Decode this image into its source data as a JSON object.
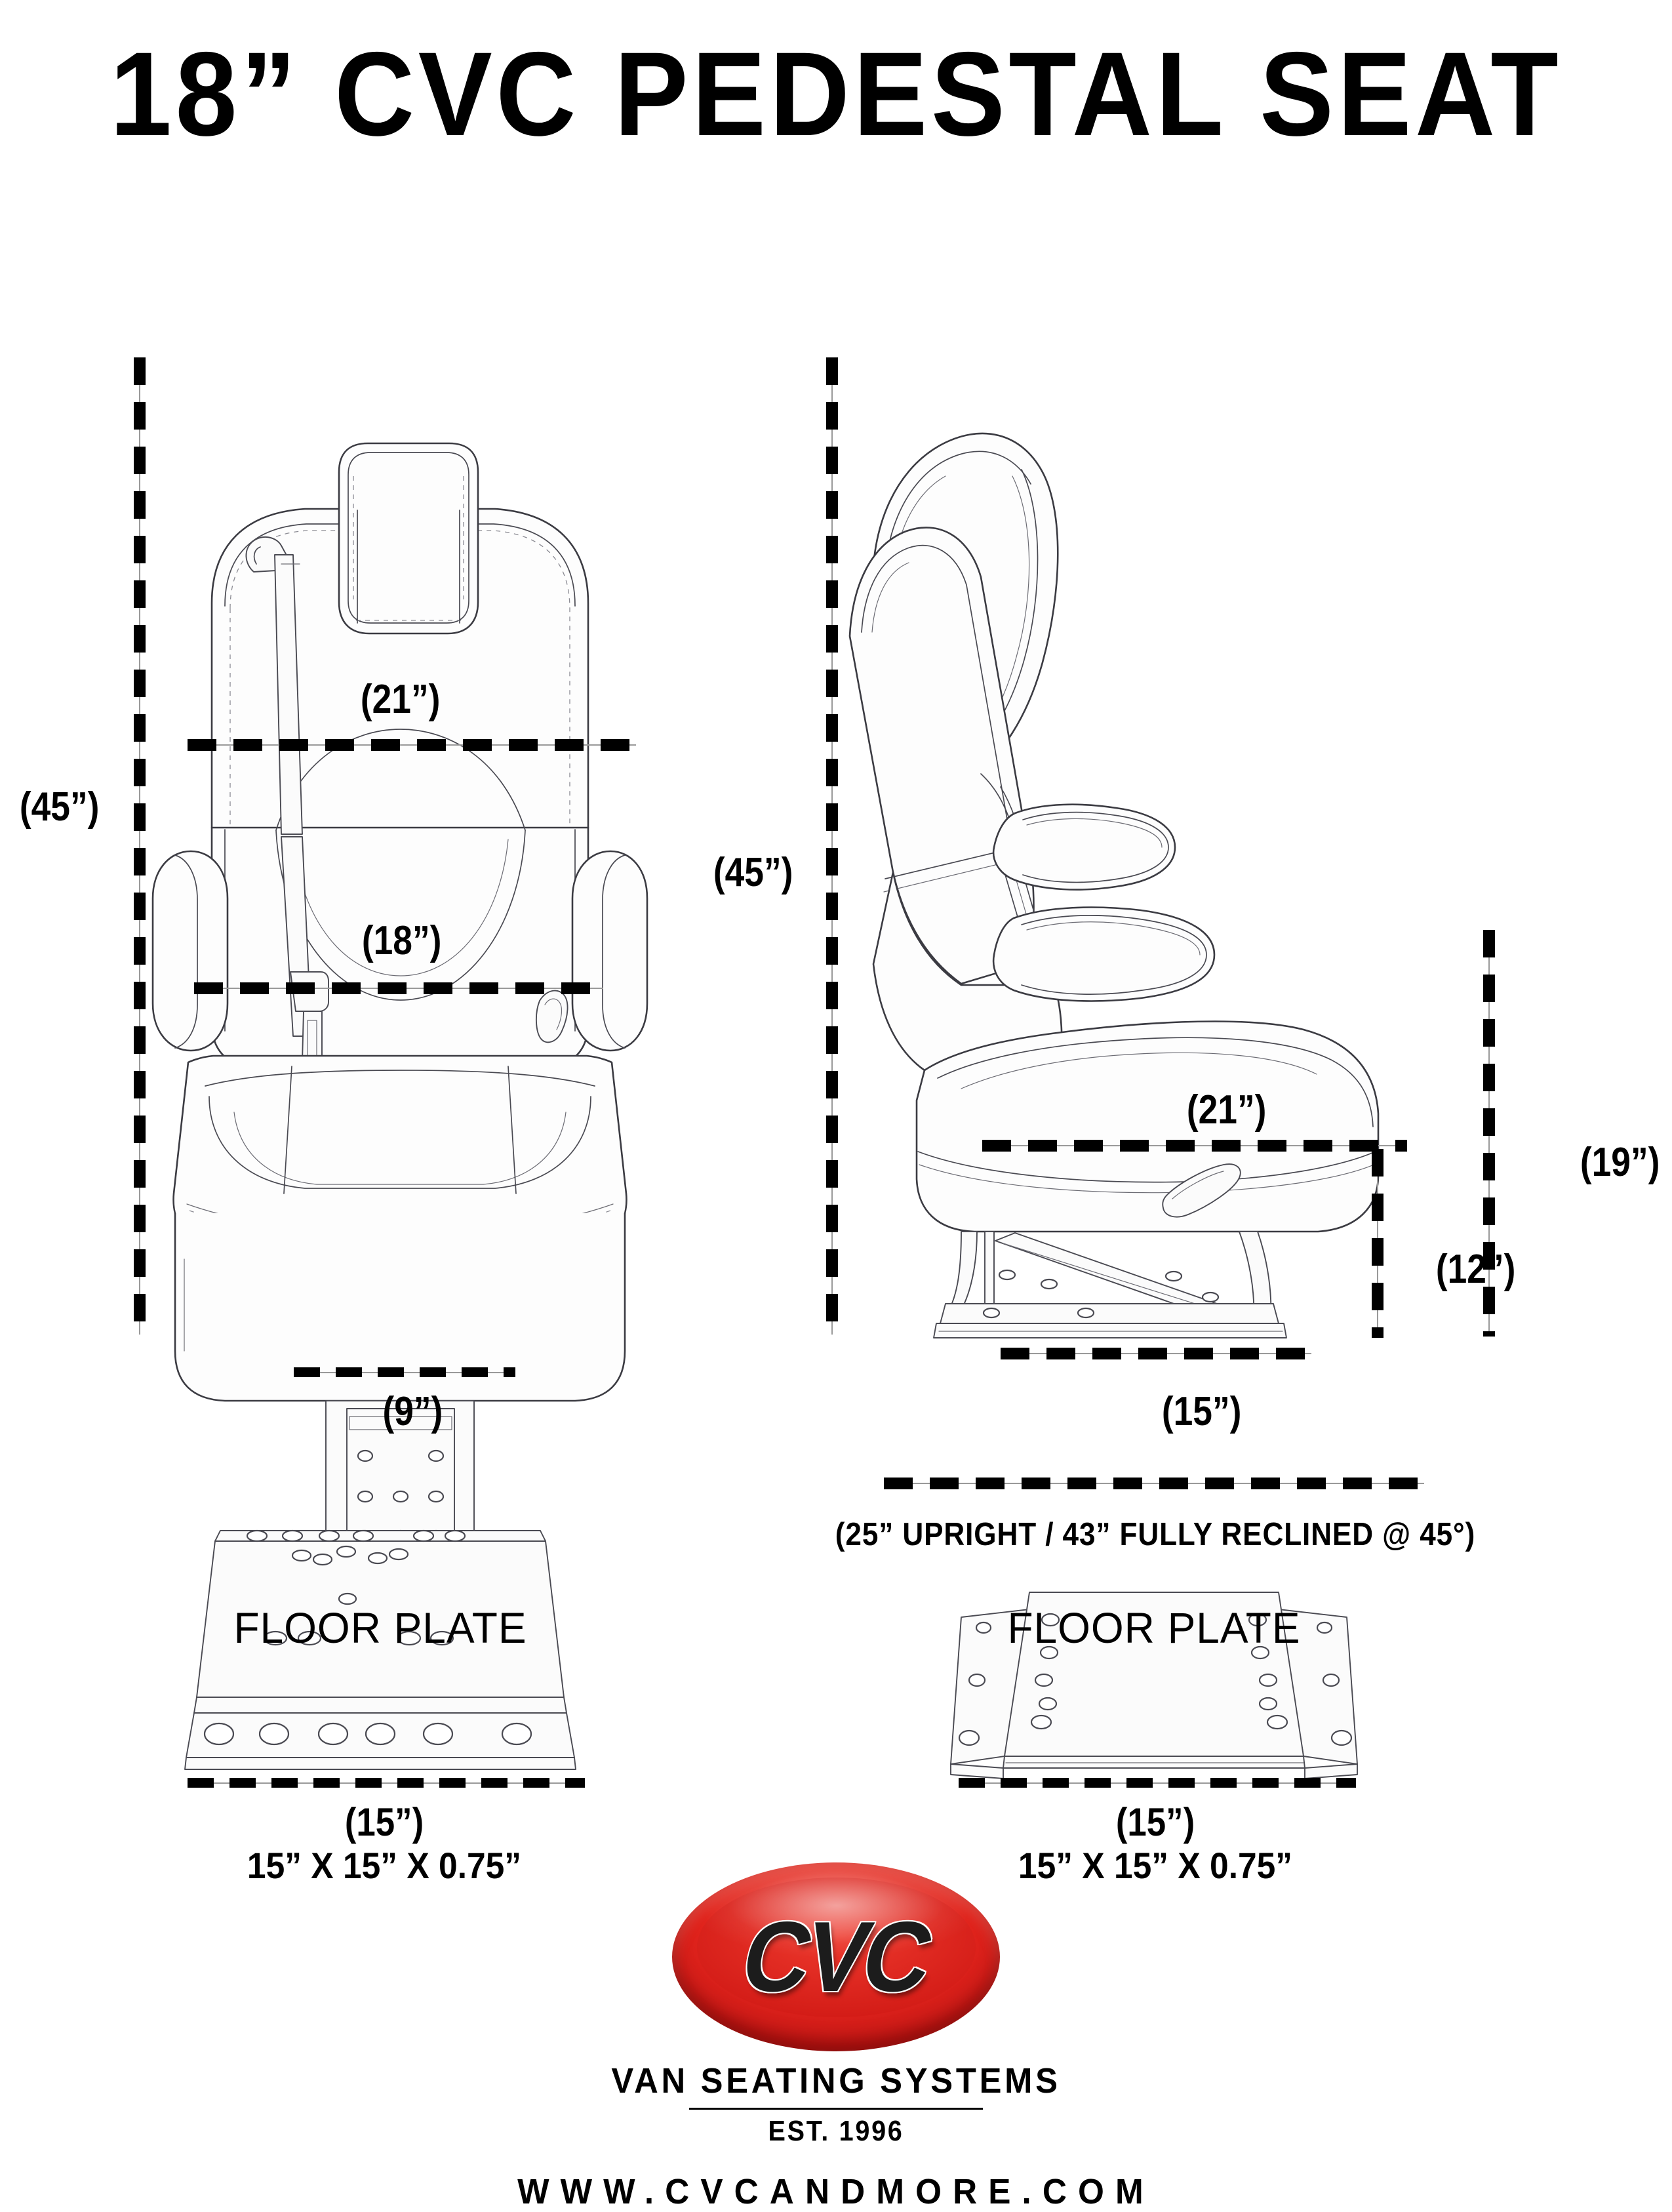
{
  "title": "18” CVC PEDESTAL SEAT",
  "front_view": {
    "name": "front-view",
    "overall_height": "(45”)",
    "shoulder_width": "(21”)",
    "seat_width": "(18”)",
    "pedestal_width": "(9”)"
  },
  "side_view": {
    "name": "side-view",
    "overall_height": "(45”)",
    "seat_depth": "(21”)",
    "seat_height": "(19”)",
    "pedestal_height": "(12”)",
    "base_depth": "(15”)",
    "recline_note": "(25” UPRIGHT / 43” FULLY RECLINED @ 45°)"
  },
  "floor_plates": [
    {
      "name": "floor-plate-front",
      "label": "FLOOR PLATE",
      "width_dim": "(15”)",
      "spec": "15” X 15” X 0.75”"
    },
    {
      "name": "floor-plate-iso",
      "label": "FLOOR PLATE",
      "width_dim": "(15”)",
      "spec": "15” X 15” X 0.75”"
    }
  ],
  "logo": {
    "mark": "CVC",
    "tagline": "VAN SEATING SYSTEMS",
    "established": "EST. 1996",
    "url": "WWW.CVCANDMORE.COM",
    "brand_color": "#d81e1a"
  },
  "colors": {
    "ink": "#000000",
    "line": "#3b3b42",
    "paper": "#ffffff"
  }
}
